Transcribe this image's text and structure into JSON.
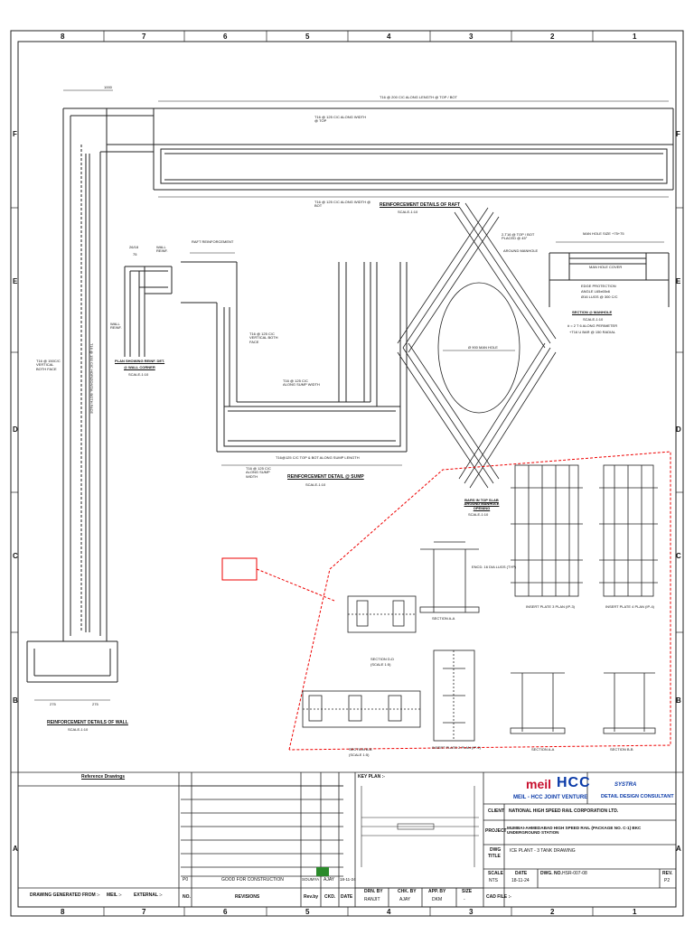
{
  "border": {
    "columns": [
      "8",
      "7",
      "6",
      "5",
      "4",
      "3",
      "2",
      "1"
    ],
    "rows": [
      "F",
      "E",
      "D",
      "C",
      "B",
      "A"
    ]
  },
  "raft": {
    "dim_top": "1000",
    "note_length": "T16 @ 200 C/C ALONG LENGTH @ TOP / BOT",
    "note_top": "T16 @ 125 C/C ALONG WIDTH @ TOP",
    "note_bot": "T16 @ 125 C/C ALONG WIDTH @ BOT",
    "title": "REINFORCEMENT DETAILS OF RAFT",
    "scale": "SCALE-1:10"
  },
  "wall": {
    "vertical_note": "T16 @ 150C/C VERTICAL BOTH FACE",
    "horizontal_note": "T16 @ 150 C/C HORIZONTAL BOTH FACE",
    "dims": [
      "275",
      "275"
    ],
    "title": "REINFORCEMENT DETAILS OF WALL",
    "scale": "SCALE-1:10"
  },
  "corner": {
    "dims": [
      "26/18",
      "75"
    ],
    "wall_reinf": "WALL REINF.",
    "wall": "WALL REINF.",
    "title_1": "PLAN SHOWING REINF. DET.",
    "title_2": "@ WALL CORNER",
    "scale": "SCALE-1:10"
  },
  "sump": {
    "raft_reinf": "RAFT REINFORCEMENT",
    "vertical": "T16 @ 125 C/C VERTICAL BOTH FACE",
    "along_width": "T16 @ 125 C/C ALONG SUMP WIDTH",
    "bottom_note": "T16@125 C/C TOP & BOT ALONG SUMP LENGTH",
    "bottom_width": "T16 @ 125 C/C ALONG SUMP WIDTH",
    "title": "REINFORCEMENT DETAIL @ SUMP",
    "scale": "SCALE-1:10"
  },
  "manhole": {
    "note_1": "2-T16 @ TOP / BOT PLACED @ 45°",
    "note_2": "AROUND MANHOLE",
    "hole": "Ø 900 MAN HOLE",
    "bars_title": "BARS IN TOP SLAB AROUND MANHOLE OPENING",
    "scale": "SCALE-1:10"
  },
  "section_manhole": {
    "top_label": "MAN HOLE SIZE +75+75",
    "cover": "MAN HOLE COVER",
    "edge_1": "EDGE PROTECTION",
    "edge_2": "ANGLE L65x65x6",
    "edge_3": "Ø16 LUGS @ 300 C/C",
    "title": "SECTION @ MANHOLE",
    "scale": "SCALE-1:10",
    "note_1": "# = 2 T 6 ALONG PERIMETER",
    "note_2": "+T16 U BAR @ 150 RADIAL"
  },
  "insert_plates": {
    "sections": [
      "SECTION D-D",
      "SECTION A-A",
      "SECTION B-B",
      "SECTION A-A",
      "SECTION B-B"
    ],
    "plans": [
      "INSERT PLATE 1 PLAN (IP-1)",
      "INSERT PLATE 2 PLAN (IP-2)",
      "INSERT PLATE 3 PLAN (IP-3)",
      "INSERT PLATE 4 PLAN (IP-4)"
    ],
    "lugs": "ENCD. 16 DIA LUGS (TYP)",
    "scale": "(SCALE 1:5)"
  },
  "title_block": {
    "reference_header": "Reference Drawings",
    "key_plan_header": "KEY PLAN :-",
    "company_1": "meil",
    "company_2": "HCC",
    "jv": "MEIL - HCC JOINT VENTURE",
    "consultant_logo": "SYSTRA",
    "consultant": "DETAIL DESIGN CONSULTANT",
    "client_label": "CLIENT",
    "client": "NATIONAL HIGH SPEED RAIL CORPORATION LTD.",
    "project_label": "PROJECT",
    "project": "MUMBAI-AHMEDABAD HIGH SPEED RAIL (PACKAGE NO. C-1) BKC UNDERGROUND STATION",
    "dwg_title_label_1": "DWG",
    "dwg_title_label_2": "TITLE",
    "dwg_title": "ICE PLANT - 3 TANK DRAWING",
    "scale_label": "SCALE",
    "scale_value": "NTS",
    "date_label": "DATE",
    "date_value": "18-11-24",
    "dwg_no_label": "DWG. NO.",
    "dwg_no_value": "HSR-007-08",
    "rev_label": "REV.",
    "rev_value": "P2",
    "revision_row": {
      "no": "P0",
      "desc": "GOOD FOR CONSTRUCTION",
      "by": "SOUMYA",
      "chk": "AJAY",
      "date": "18-11-24"
    },
    "col_no": "NO.",
    "col_rev": "REVISIONS",
    "col_by": "Rev.by",
    "col_chk": "CKD.",
    "col_date": "DATE",
    "drn_label": "DRN. BY",
    "drn": "RANJIT",
    "chk_label": "CHK. BY",
    "chk": "AJAY",
    "app_label": "APP. BY",
    "app": "DKM",
    "size_label": "SIZE",
    "size": "-",
    "cad_label": "CAD FILE :-",
    "generated_label": "DRAWING GENERATED FROM :-",
    "meil": "MEIL :-",
    "external": "EXTERNAL :-"
  }
}
